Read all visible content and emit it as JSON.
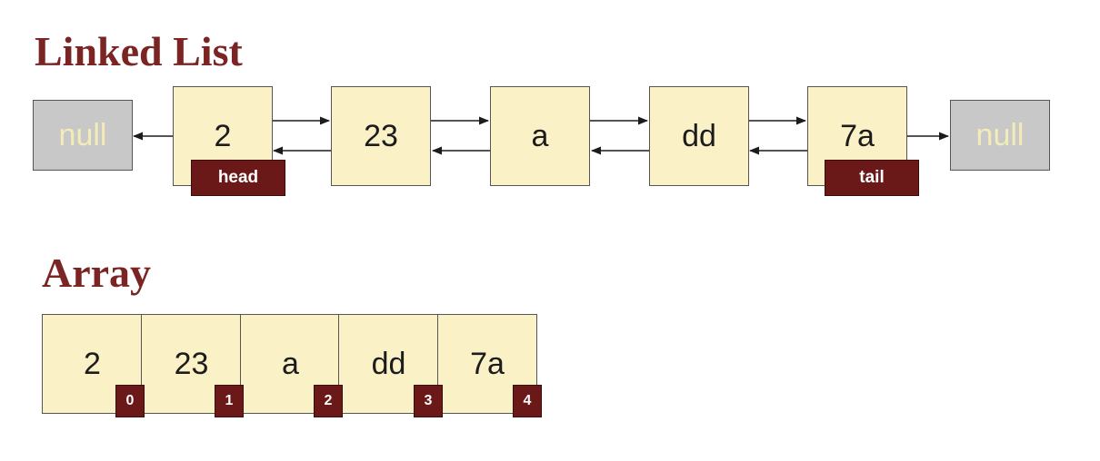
{
  "linked_list": {
    "title": "Linked List",
    "null_left": "null",
    "null_right": "null",
    "nodes": [
      "2",
      "23",
      "a",
      "dd",
      "7a"
    ],
    "head_label": "head",
    "tail_label": "tail"
  },
  "array": {
    "title": "Array",
    "cells": [
      "2",
      "23",
      "a",
      "dd",
      "7a"
    ],
    "indices": [
      "0",
      "1",
      "2",
      "3",
      "4"
    ]
  },
  "colors": {
    "title": "#7a2424",
    "node_fill": "#fbf1c6",
    "null_fill": "#c8c8c8",
    "tag_fill": "#6b1818"
  }
}
